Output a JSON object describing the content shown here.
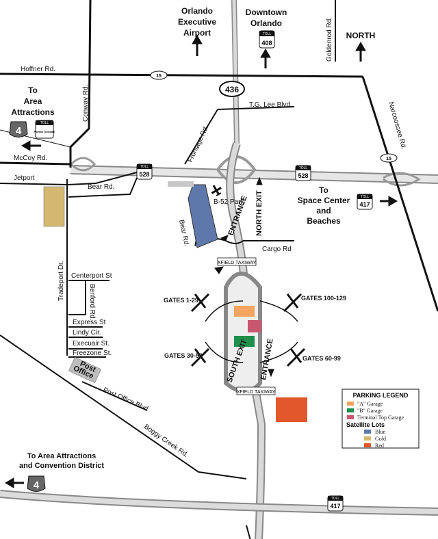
{
  "destinations": {
    "airport": [
      "Orlando",
      "Executive",
      "Airport"
    ],
    "downtown": [
      "Downtown",
      "Orlando"
    ],
    "north": "NORTH",
    "area_attractions": [
      "To",
      "Area",
      "Attractions"
    ],
    "space_center": [
      "To",
      "Space Center",
      "and",
      "Beaches"
    ],
    "convention": [
      "To Area Attractions",
      "and Convention District"
    ]
  },
  "roads": {
    "hoffner": "Hoffner Rd.",
    "conway": "Conway Rd.",
    "goldenrod": "Goldenrod Rd.",
    "narcoossee": "Narcoossee Rd.",
    "tg_lee": "T.G. Lee Blvd.",
    "frontage": "Frontage Rd.",
    "mccoy": "McCoy Rd.",
    "bear_rd": "Bear Rd.",
    "bear_rd_2": "Bear Rd.",
    "jetport": "Jetport",
    "tradeport": "Tradeport Dr.",
    "centerport": "Centerport St",
    "benford": "Benford Rd.",
    "express": "Express St",
    "lindy": "Lindy Cir.",
    "execuair": "Execuair St.",
    "freezone": "Freezone St.",
    "post_office_blvd": "Post Office Blvd",
    "boggy_creek": "Boggy Creek Rd.",
    "cargo": "Cargo Rd",
    "b52": "B-52 Park"
  },
  "shields": {
    "sr15_a": "15",
    "sr15_b": "15",
    "sr436": "436",
    "toll_408": "408",
    "toll_528_a": "528",
    "toll_528_b": "528",
    "toll_417_a": "417",
    "toll_417_b": "417",
    "i4_a": "4",
    "i4_b": "4",
    "toll_word": "TOLL",
    "turnpike_text": "Florida Turnpike"
  },
  "airport": {
    "entrance_n": "ENTRANCE",
    "north_exit": "NORTH EXIT",
    "xfield_1": "XFIELD TAXIWAY",
    "xfield_2": "XFIELD TAXIWAY",
    "south_exit": "SOUTH EXIT",
    "entrance_s": "ENTRANCE",
    "post_office": [
      "Post",
      "Office"
    ]
  },
  "gates": {
    "g1": "GATES 1-29",
    "g100": "GATES 100-129",
    "g30": "GATES 30-59",
    "g60": "GATES 60-99"
  },
  "legend": {
    "title": "PARKING LEGEND",
    "garages": [
      {
        "label": "\"A\" Garage",
        "color": "#f4a460"
      },
      {
        "label": "\"B\" Garage",
        "color": "#1e8f4a"
      },
      {
        "label": "Terminal Top Garage",
        "color": "#c8566f"
      }
    ],
    "satellite_title": "Satellite Lots",
    "satellite": [
      {
        "label": "Blue",
        "color": "#5f78ab"
      },
      {
        "label": "Gold",
        "color": "#d4b872"
      },
      {
        "label": "Red",
        "color": "#e2572c"
      }
    ]
  },
  "colors": {
    "road": "#111111",
    "highway_fill": "#cfcfcf",
    "highway_edge": "#888888",
    "blue_lot": "#5f78ab",
    "gold_lot": "#d4b872",
    "red_lot": "#e2572c",
    "a_garage": "#f4a460",
    "b_garage": "#1e8f4a",
    "top_garage": "#c8566f"
  }
}
